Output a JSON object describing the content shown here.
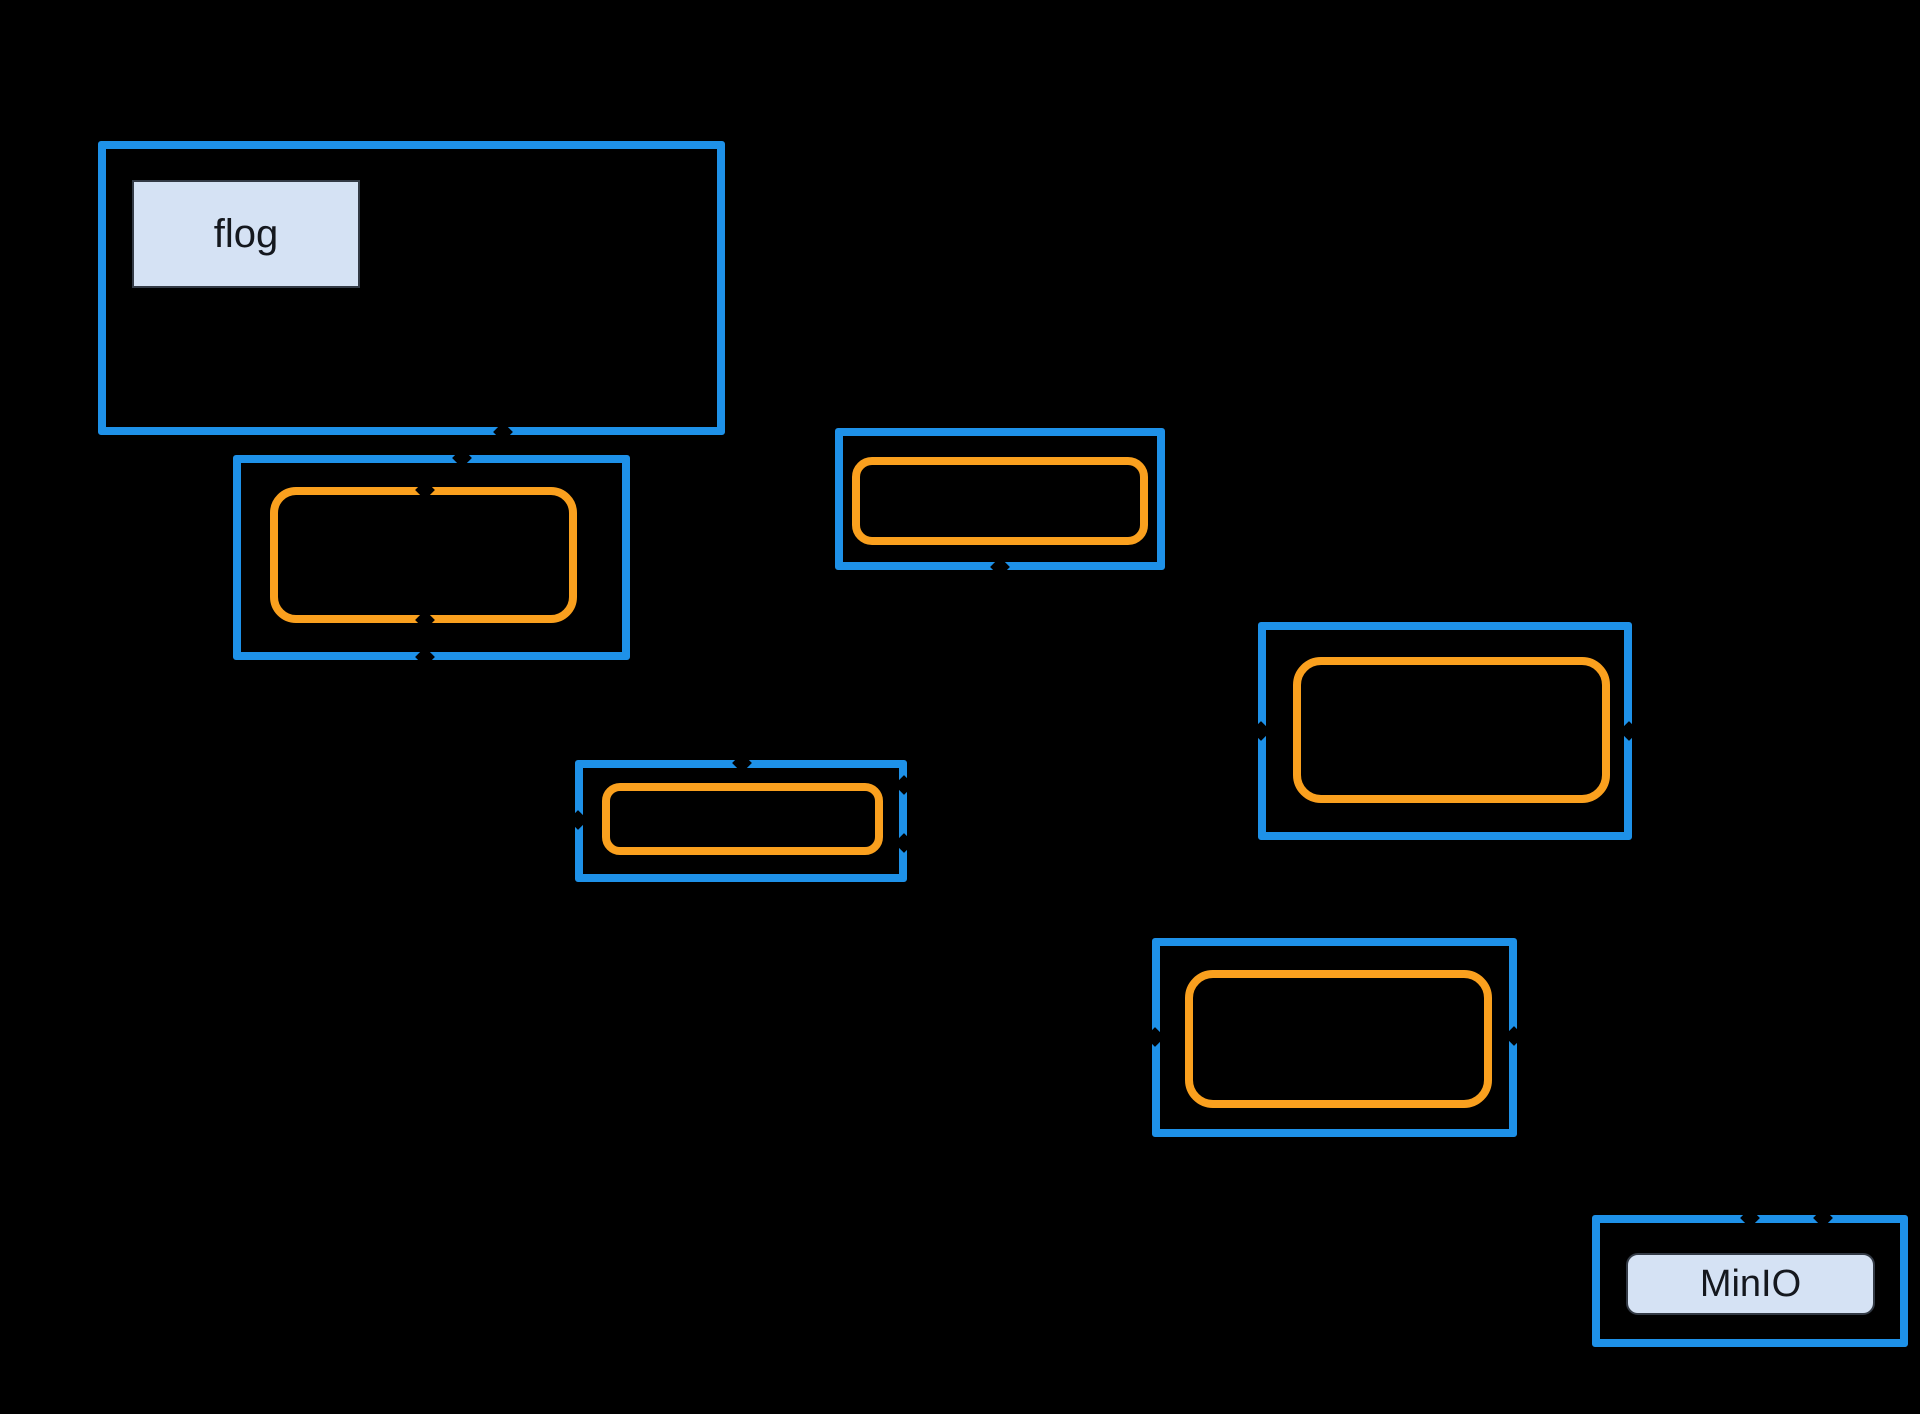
{
  "diagram": {
    "type": "flowchart",
    "note": "diagram with transparent/black background; connector arrows and remaining node text are rendered black and not visible",
    "nodes": {
      "flog": {
        "label": "flog"
      },
      "minio": {
        "label": "MinIO"
      }
    }
  },
  "colors": {
    "canvas-bg": "#000000",
    "cluster-border": "#1E91E8",
    "node-border": "#FAA01E",
    "label-fill": "#D5E2F4",
    "label-border": "#333A45",
    "label-text": "#15181E"
  }
}
